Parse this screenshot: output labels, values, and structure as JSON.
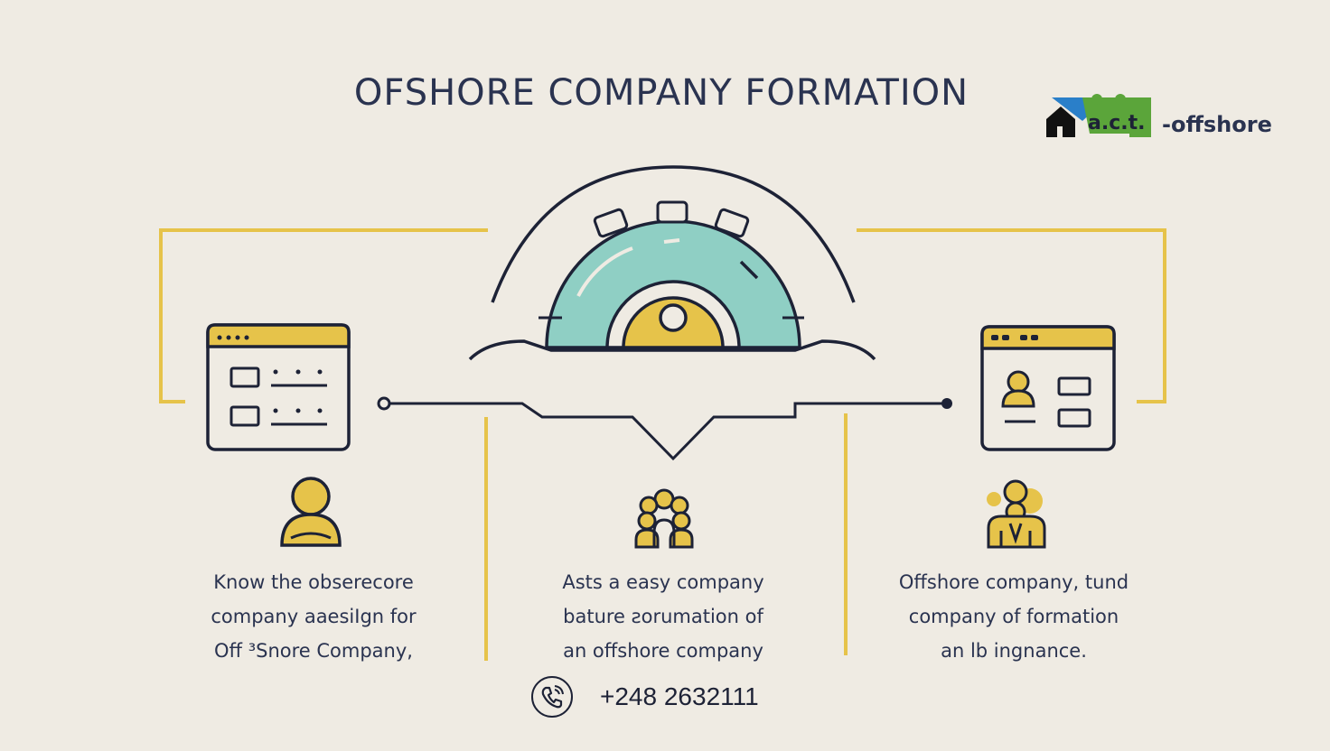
{
  "title": "OFSHORE COMPANY FORMATION",
  "logo": {
    "act": "a.c.t.",
    "name": "-offshore"
  },
  "captions": [
    {
      "lines": [
        "Know the obserecore",
        "company aaesiIgn for",
        "Off ³Snore Company,"
      ]
    },
    {
      "lines": [
        "Asts a easy company",
        "bature ƨorumation of",
        "an offshore company"
      ]
    },
    {
      "lines": [
        "Offshore company, tund",
        "company of formation",
        "an lb ingnance."
      ]
    }
  ],
  "contact": {
    "phone": "+248 2632111"
  },
  "colors": {
    "background": "#efebe3",
    "ink": "#1d2236",
    "accent_yellow": "#e6c34a",
    "accent_teal": "#8fcfc4",
    "logo_blue": "#2a7fc9",
    "logo_green": "#5ba53a"
  },
  "icons": [
    "gear-icon",
    "browser-window-icon",
    "person-icon",
    "group-icon",
    "profile-card-icon",
    "team-icon",
    "phone-icon",
    "house-icon"
  ]
}
